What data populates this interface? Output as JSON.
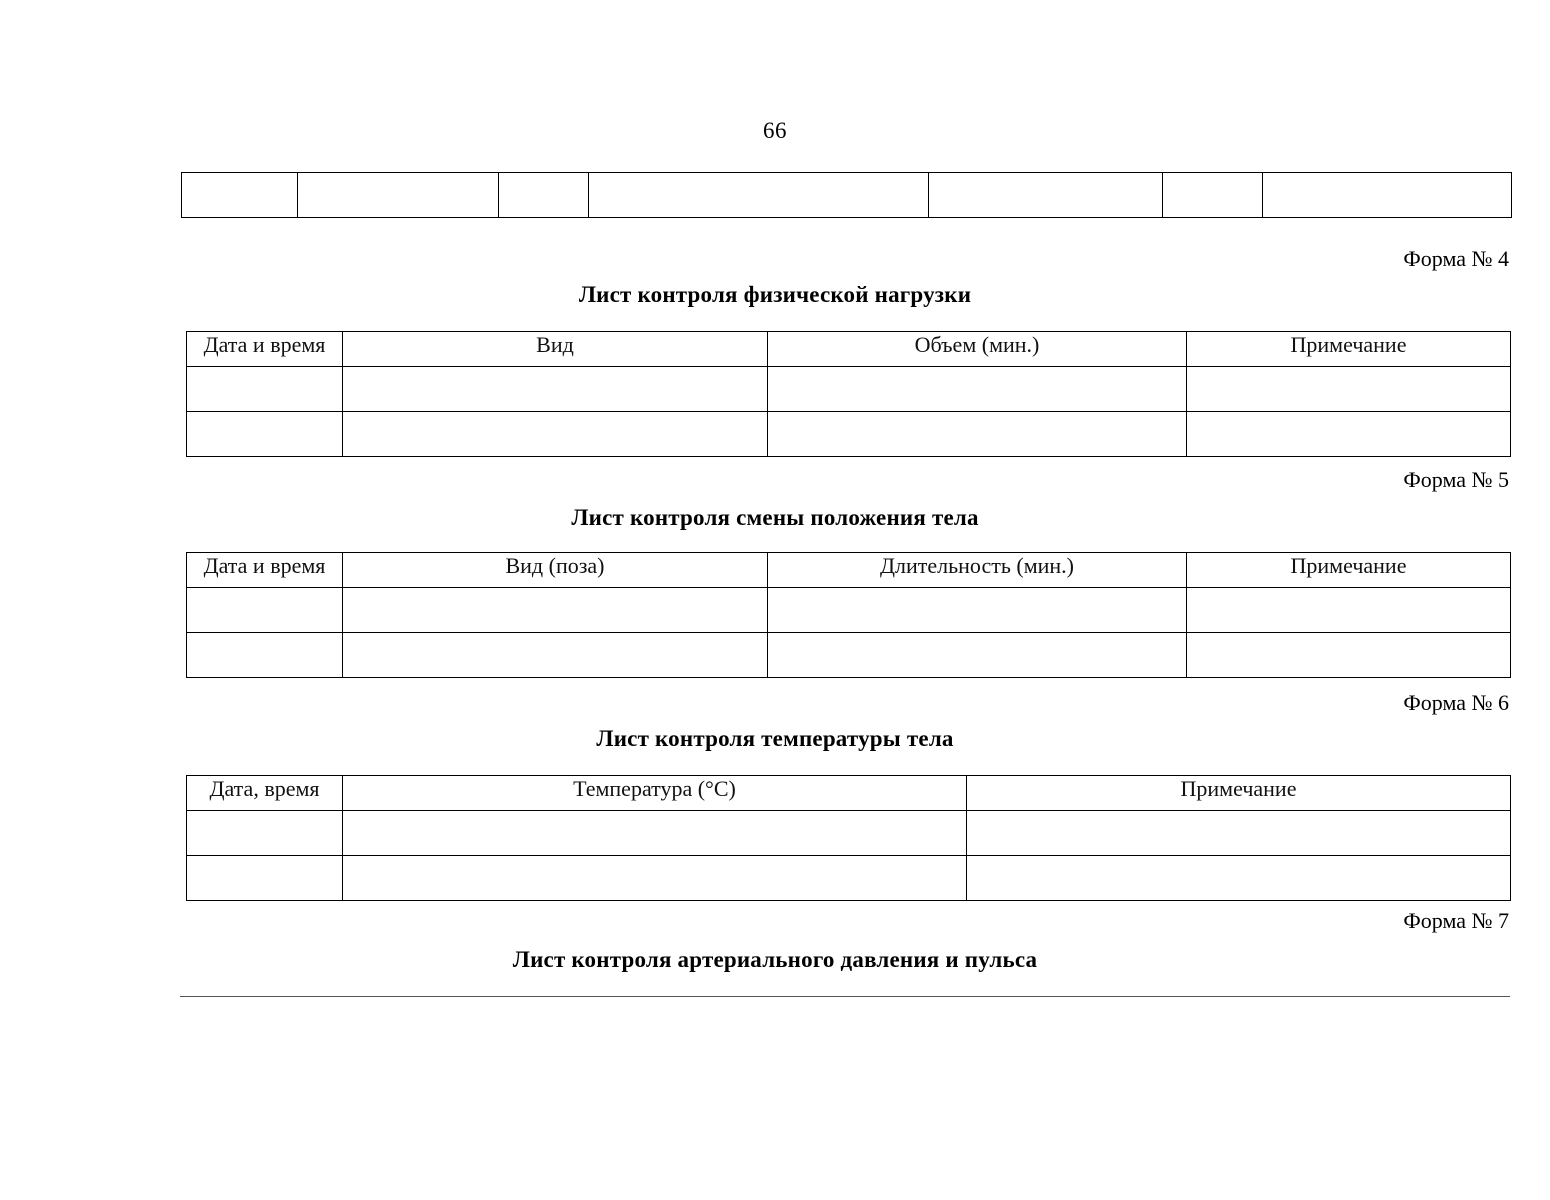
{
  "document": {
    "page_number": "66",
    "fragment_table": {
      "name": "top-fragment-table",
      "columns": 7,
      "rows": [
        [
          "",
          "",
          "",
          "",
          "",
          "",
          ""
        ]
      ]
    },
    "sections": [
      {
        "form_label": "Форма № 4",
        "title": "Лист контроля физической нагрузки",
        "table": {
          "headers": [
            "Дата и время",
            "Вид",
            "Объем (мин.)",
            "Примечание"
          ],
          "rows": [
            [
              "",
              "",
              "",
              ""
            ],
            [
              "",
              "",
              "",
              ""
            ]
          ]
        }
      },
      {
        "form_label": "Форма № 5",
        "title": "Лист контроля смены положения тела",
        "table": {
          "headers": [
            "Дата и время",
            "Вид (поза)",
            "Длительность (мин.)",
            "Примечание"
          ],
          "rows": [
            [
              "",
              "",
              "",
              ""
            ],
            [
              "",
              "",
              "",
              ""
            ]
          ]
        }
      },
      {
        "form_label": "Форма № 6",
        "title": "Лист контроля температуры тела",
        "table": {
          "headers": [
            "Дата, время",
            "Температура (°C)",
            "Примечание"
          ],
          "rows": [
            [
              "",
              "",
              ""
            ],
            [
              "",
              "",
              ""
            ]
          ]
        }
      },
      {
        "form_label": "Форма № 7",
        "title": "Лист контроля артериального давления и пульса",
        "table": null
      }
    ]
  }
}
